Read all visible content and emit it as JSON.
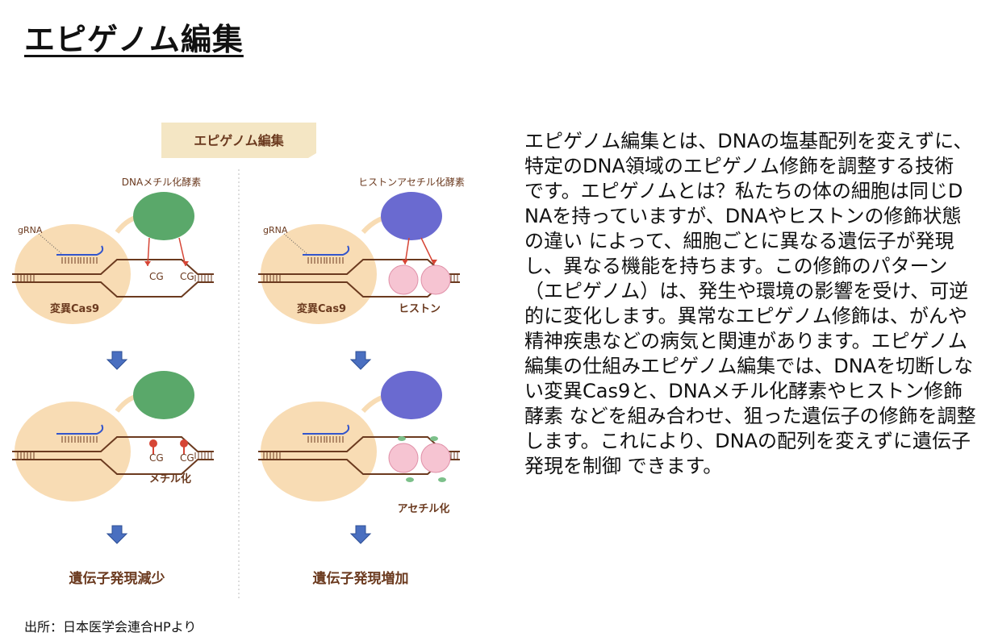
{
  "page": {
    "title": "エピゲノム編集",
    "source": "出所：日本医学会連合HPより"
  },
  "figure": {
    "banner": "エピゲノム編集",
    "left": {
      "enzyme_label": "DNAメチル化酵素",
      "grna_label": "gRNA",
      "cas_label": "変異Cas9",
      "site_label_1": "CG",
      "site_label_2": "CG",
      "mod_label": "メチル化",
      "result": "遺伝子発現減少"
    },
    "right": {
      "enzyme_label": "ヒストンアセチル化酵素",
      "grna_label": "gRNA",
      "cas_label": "変異Cas9",
      "histone_label": "ヒストン",
      "mod_label": "アセチル化",
      "result": "遺伝子発現増加"
    },
    "colors": {
      "cas9": "#f8dcb4",
      "methyl_enzyme": "#5aa86a",
      "acetyl_enzyme": "#6a6ad0",
      "histone": "#f6c4d2",
      "arrow": "#3b5fa8",
      "dna": "#6b3a1f",
      "methyl_mark": "#d64535",
      "acetyl_mark": "#7cc08a"
    }
  },
  "description": "エピゲノム編集とは、DNAの塩基配列を変えずに、特定のDNA領域のエピゲノム修飾を調整する技術 です。エピゲノムとは？私たちの体の細胞は同じDNAを持っていますが、DNAやヒストンの修飾状態の違い によって、細胞ごとに異なる遺伝子が発現し、異なる機能を持ちます。この修飾のパターン（エピゲノム）は、発生や環境の影響を受け、可逆的に変化します。異常なエピゲノム修飾は、がんや精神疾患などの病気と関連があります。エピゲノム編集の仕組みエピゲノム編集では、DNAを切断しない変異Cas9と、DNAメチル化酵素やヒストン修飾酵素 などを組み合わせ、狙った遺伝子の修飾を調整します。これにより、DNAの配列を変えずに遺伝子発現を制御 できます。"
}
